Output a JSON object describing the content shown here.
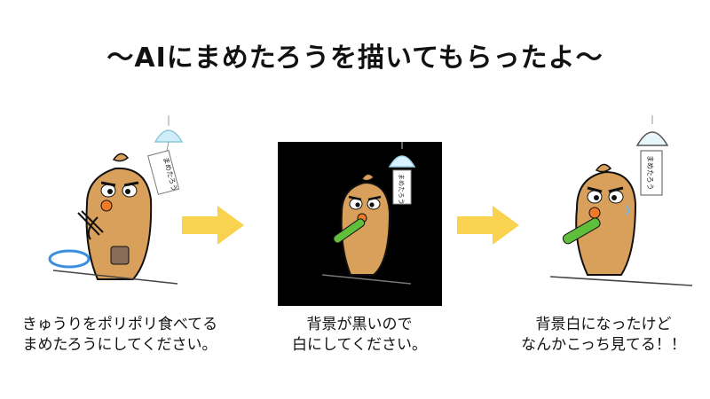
{
  "title": "〜AIにまめたろうを描いてもらったよ〜",
  "panels": [
    {
      "caption_line1": "きゅうりをポリポリ食べてる",
      "caption_line2": "まめたろうにしてください。",
      "chime_text": "まめたろう"
    },
    {
      "caption_line1": "背景が黒いので",
      "caption_line2": "白にしてください。",
      "chime_text": "まめたろう"
    },
    {
      "caption_line1": "背景白になったけど",
      "caption_line2": "なんかこっち見てる！！",
      "chime_text": "まめたろう"
    }
  ],
  "colors": {
    "arrow": "#f9d24f",
    "character": "#d9a05b",
    "character_dark": "#b9793c",
    "cucumber": "#5fbf3a",
    "chime": "#bfe7f7",
    "panel_bg_dark": "#000000"
  },
  "icons": {
    "arrow_1": "right-arrow-icon",
    "arrow_2": "right-arrow-icon"
  }
}
